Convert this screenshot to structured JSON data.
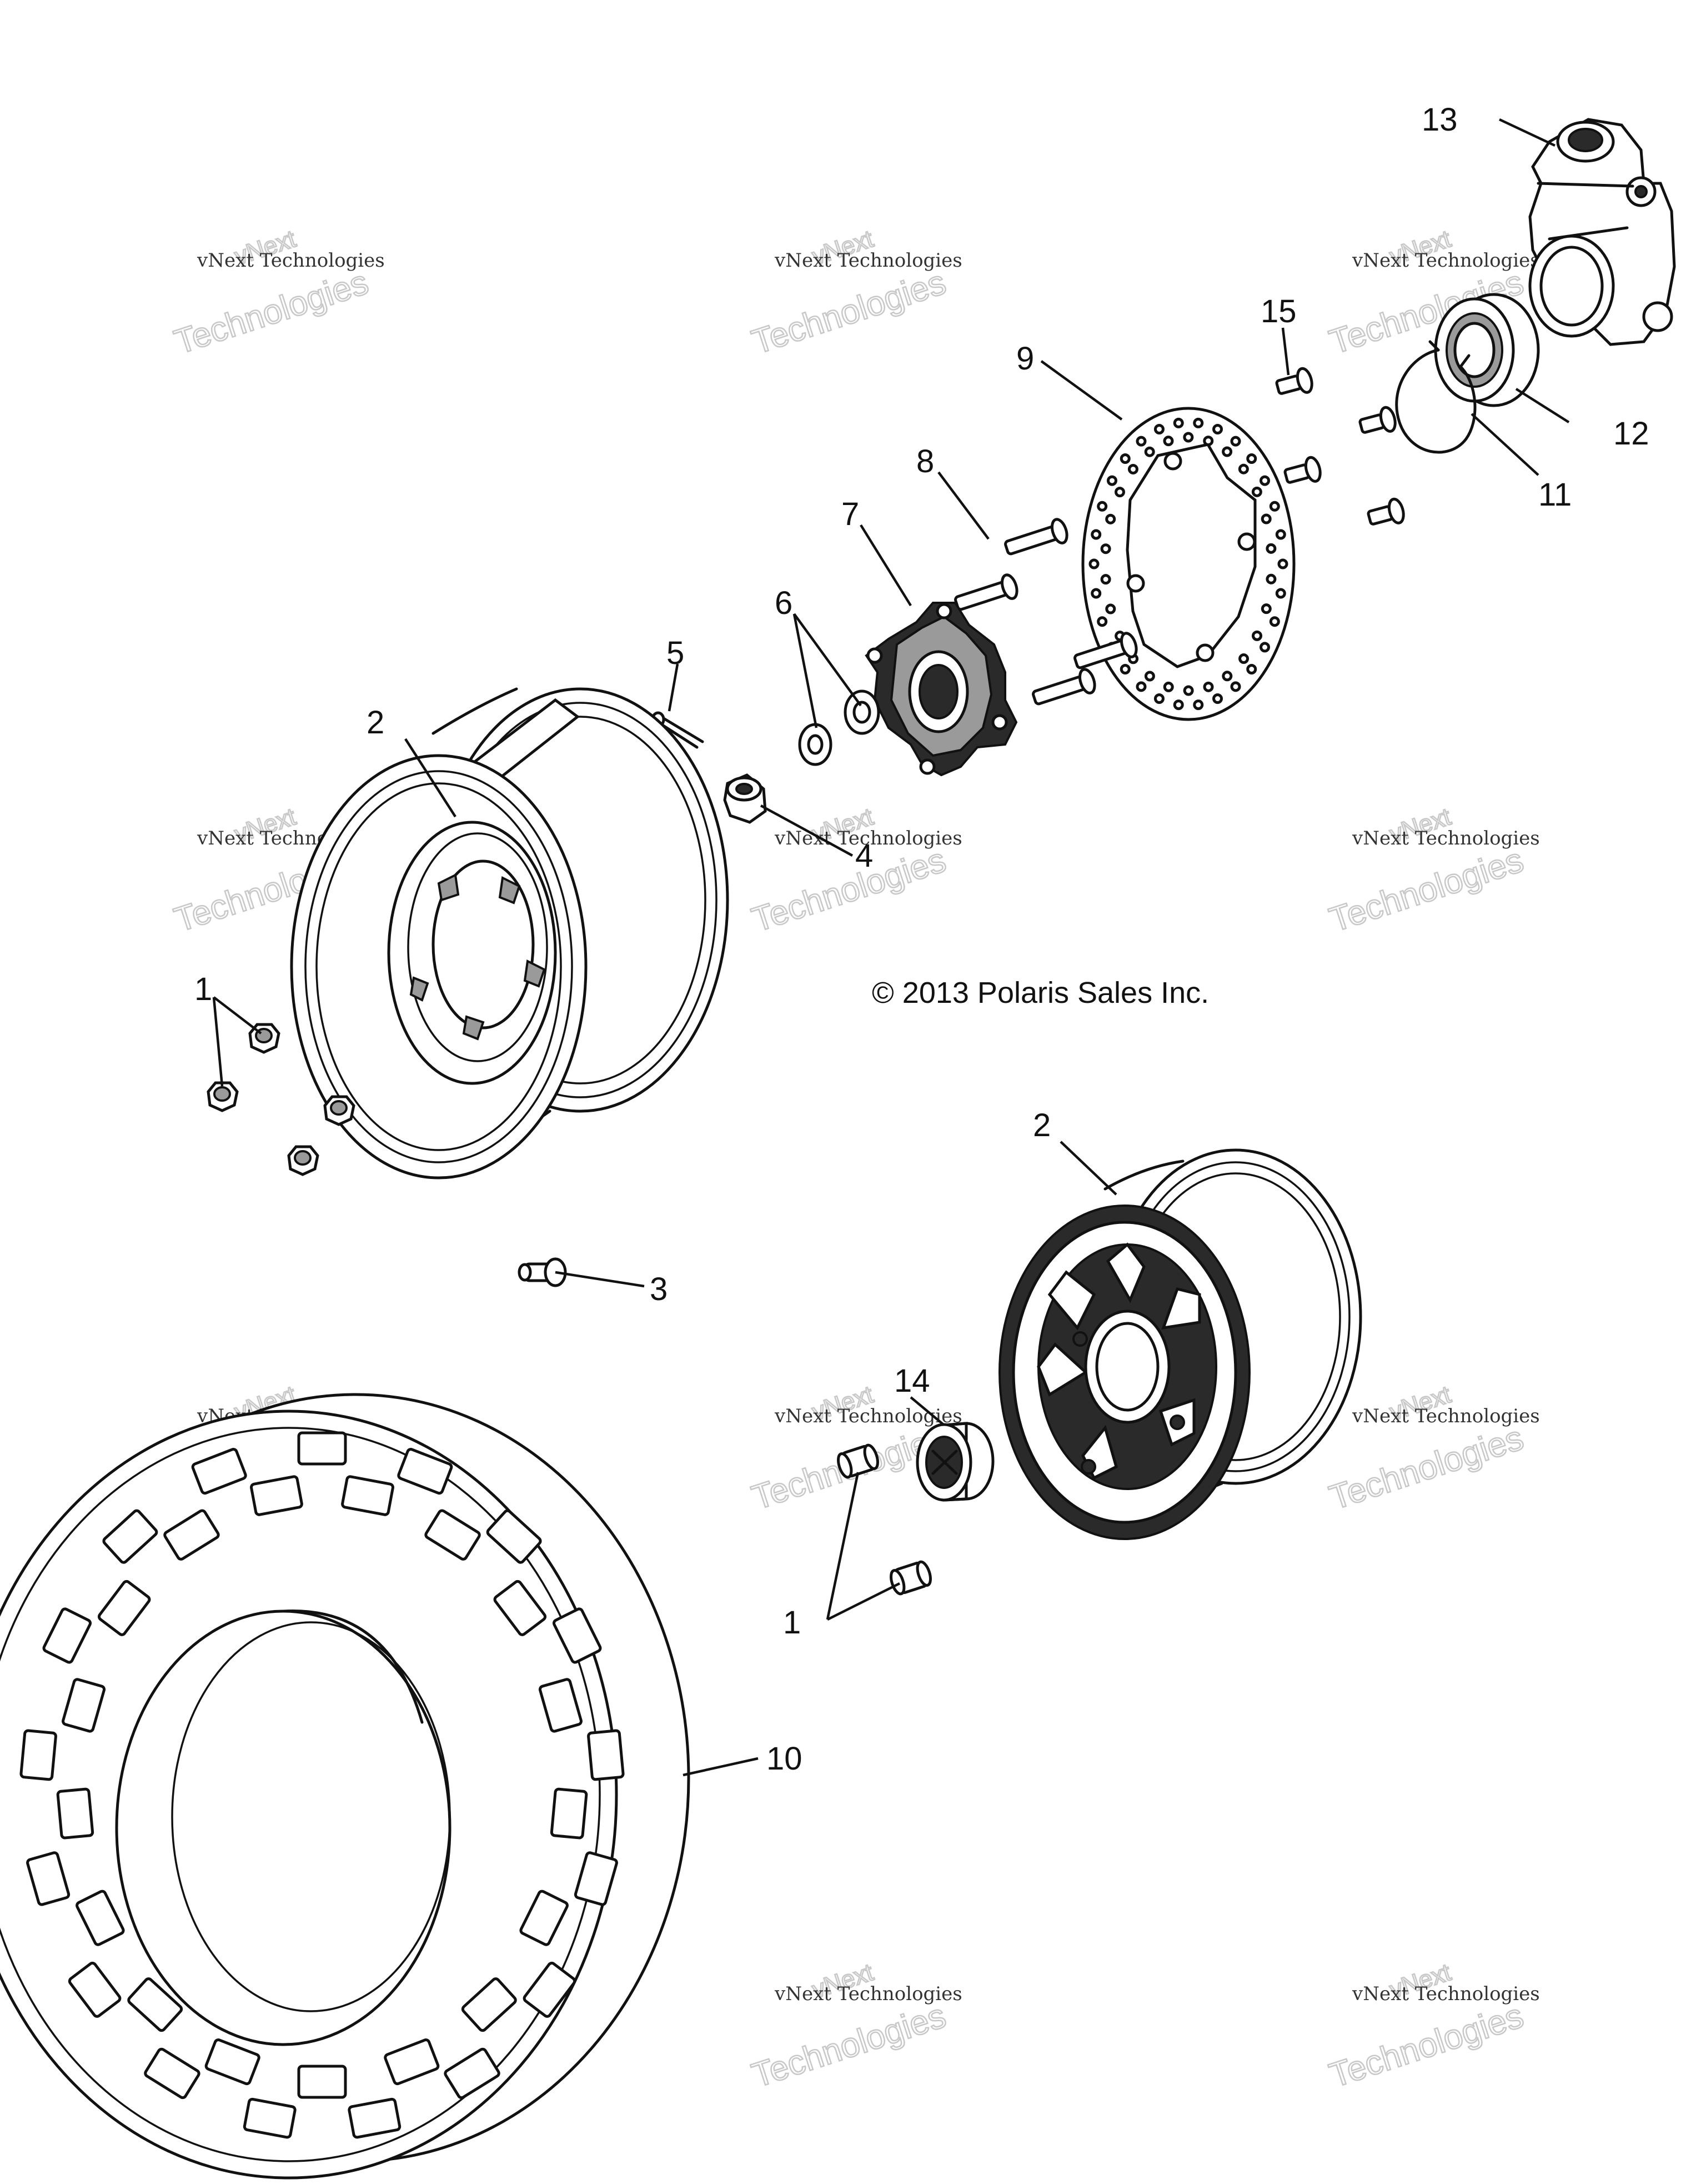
{
  "copyright": "© 2013 Polaris Sales Inc.",
  "watermark": {
    "line1": "vNext Technologies",
    "outline_big": "Technologies",
    "outline_small": "vNext"
  },
  "callouts": {
    "c1a": "1",
    "c1b": "1",
    "c2a": "2",
    "c2b": "2",
    "c3": "3",
    "c4": "4",
    "c5": "5",
    "c6": "6",
    "c7": "7",
    "c8": "8",
    "c9": "9",
    "c10": "10",
    "c11": "11",
    "c12": "12",
    "c13": "13",
    "c14": "14",
    "c15": "15"
  }
}
